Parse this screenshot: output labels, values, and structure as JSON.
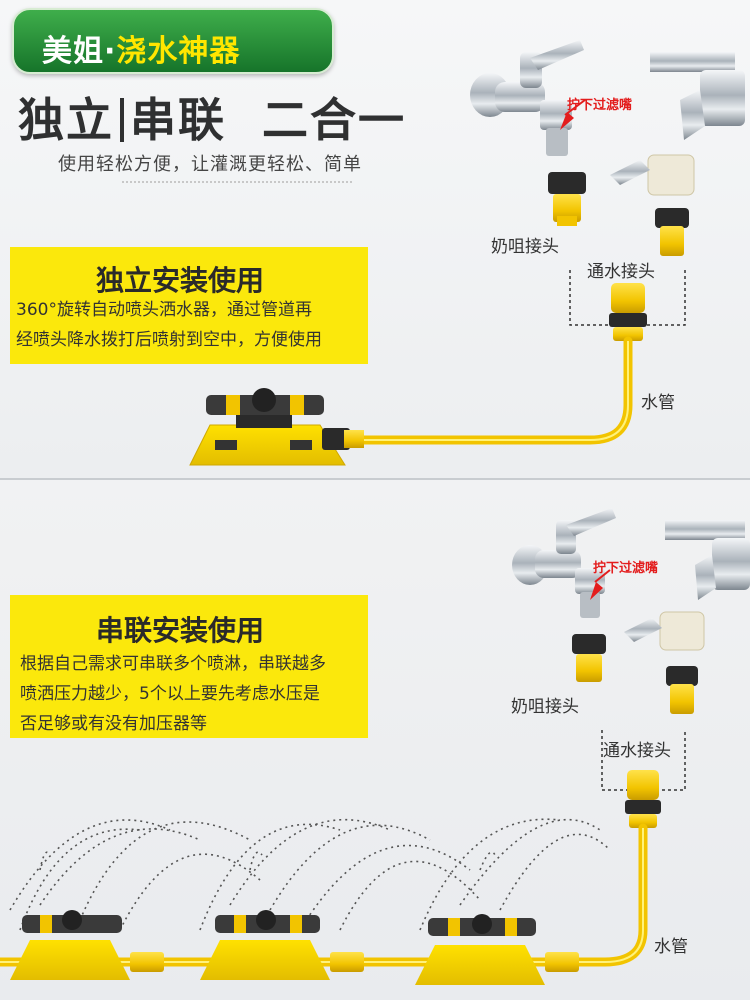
{
  "banner": {
    "brand": "美姐",
    "dot": "·",
    "product": "浇水神器"
  },
  "headline": {
    "part1": "独立",
    "part2": "串联",
    "part3": "二合一"
  },
  "subtitle": "使用轻松方便，让灌溉更轻松、简单",
  "section1": {
    "title": "独立安装使用",
    "body_line1": "360°旋转自动喷头洒水器，通过管道再",
    "body_line2": "经喷头降水拨打后喷射到空中，方便使用"
  },
  "section2": {
    "title": "串联安装使用",
    "body_line1": "根据自己需求可串联多个喷淋，串联越多",
    "body_line2": "喷洒压力越少，5个以上要先考虑水压是",
    "body_line3": "否足够或有没有加压器等"
  },
  "labels": {
    "filter_note": "拧下过滤嘴",
    "nipple_connector": "奶咀接头",
    "tap_connector": "通水接头",
    "hose": "水管"
  },
  "colors": {
    "accent_yellow": "#fbe80c",
    "banner_green": "#16742a",
    "part_yellow": "#f2c400",
    "warning_red": "#e31d1d"
  },
  "icons": [
    "faucet-icon",
    "sprinkler-icon",
    "connector-icon",
    "water-spray-icon"
  ]
}
